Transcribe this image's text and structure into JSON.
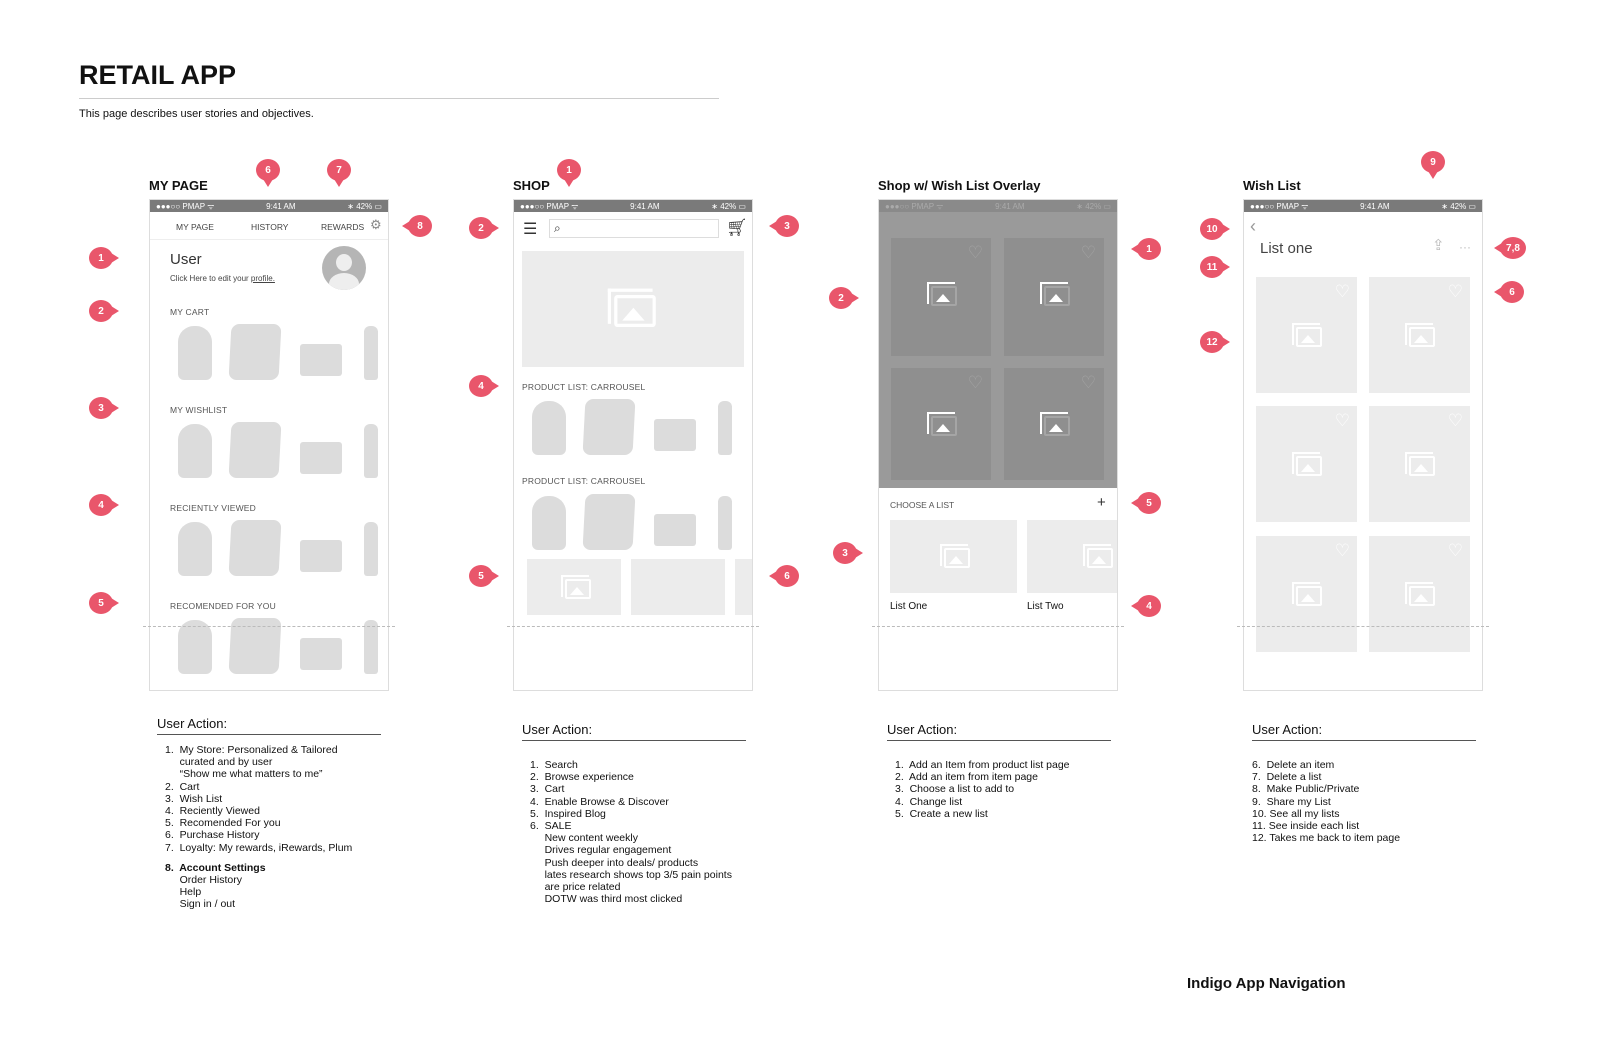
{
  "title": "RETAIL APP",
  "subtitle": "This page describes user stories and objectives.",
  "status_bar": {
    "carrier": "●●●○○ PMAP ᯤ",
    "time": "9:41 AM",
    "battery": "∗ 42% ▭"
  },
  "my_page": {
    "label": "MY PAGE",
    "tabs": [
      "MY PAGE",
      "HISTORY",
      "REWARDS"
    ],
    "user": "User",
    "edit_prefix": "Click Here to edit your ",
    "edit_link": "profile.",
    "sections": [
      "MY CART",
      "MY WISHLIST",
      "RECIENTLY VIEWED",
      "RECOMENDED FOR YOU"
    ]
  },
  "shop": {
    "label": "SHOP",
    "sections": [
      "PRODUCT LIST: CARROUSEL",
      "PRODUCT LIST: CARROUSEL"
    ]
  },
  "overlay": {
    "label": "Shop w/ Wish List Overlay",
    "choose": "CHOOSE A LIST",
    "plus": "+",
    "lists": [
      "List One",
      "List Two"
    ]
  },
  "wish": {
    "label": "Wish List",
    "back": "‹",
    "title": "List one",
    "more": "···"
  },
  "user_action_heading": "User Action:",
  "actions": {
    "my_page": [
      "1.  My Store: Personalized & Tailored",
      "     curated and by user",
      "     “Show me what matters to me”",
      "2.  Cart",
      "3.  Wish List",
      "4.  Reciently Viewed",
      "5.  Recomended For you",
      "6.  Purchase History",
      "7.  Loyalty: My rewards, iRewards, Plum",
      " ",
      "8.  Account Settings",
      "     Order History",
      "     Help",
      "     Sign in / out"
    ],
    "shop": [
      "1.  Search",
      "2.  Browse experience",
      "3.  Cart",
      "4.  Enable Browse & Discover",
      "5.  Inspired Blog",
      "6.  SALE",
      "     New content weekly",
      "     Drives regular engagement",
      "     Push deeper into deals/ products",
      "     lates research shows top 3/5 pain points",
      "     are price related",
      "     DOTW was third most clicked"
    ],
    "overlay": [
      "1.  Add an Item from product list page",
      "2.  Add an item from item page",
      "3.  Choose a list to add to",
      "4.  Change list",
      "5.  Create a new list"
    ],
    "wish": [
      "6.  Delete an item",
      "7.  Delete a list",
      "8.  Make Public/Private",
      "9.  Share my List",
      "10. See all my lists",
      "11. See inside each list",
      "12. Takes me back to item page"
    ]
  },
  "markers": [
    "6",
    "7",
    "8",
    "1",
    "2",
    "3",
    "4",
    "5",
    "1",
    "2",
    "3",
    "4",
    "5",
    "6",
    "1",
    "2",
    "3",
    "4",
    "5",
    "9",
    "10",
    "11",
    "12",
    "7,8",
    "6"
  ],
  "footer": "Indigo App Navigation",
  "colors": {
    "marker": "#e9566b",
    "status_bar": "#7a7a7a",
    "placeholder": "#ececec"
  }
}
